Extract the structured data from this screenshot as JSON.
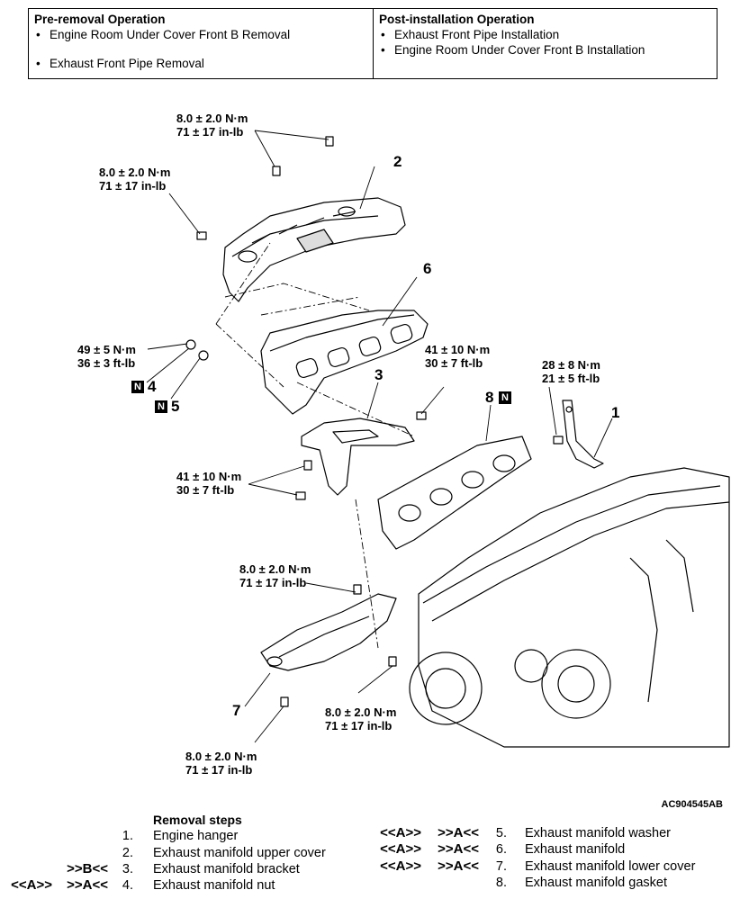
{
  "operations": {
    "pre_removal": {
      "heading": "Pre-removal Operation",
      "items": [
        "Engine Room Under Cover Front B Removal",
        "Exhaust Front Pipe Removal"
      ]
    },
    "post_installation": {
      "heading": "Post-installation Operation",
      "items": [
        "Exhaust Front Pipe Installation",
        "Engine Room Under Cover Front B Installation"
      ]
    }
  },
  "diagram": {
    "torque_labels": {
      "t1": [
        "8.0 ± 2.0 N·m",
        "71 ± 17 in-lb"
      ],
      "t2": [
        "8.0 ± 2.0 N·m",
        "71 ± 17 in-lb"
      ],
      "t3": [
        "49 ± 5 N·m",
        "36 ± 3 ft-lb"
      ],
      "t4": [
        "41 ± 10 N·m",
        "30 ± 7 ft-lb"
      ],
      "t5": [
        "28 ± 8 N·m",
        "21 ± 5 ft-lb"
      ],
      "t6": [
        "41 ± 10 N·m",
        "30 ± 7 ft-lb"
      ],
      "t7": [
        "8.0 ± 2.0 N·m",
        "71 ± 17 in-lb"
      ],
      "t8": [
        "8.0 ± 2.0 N·m",
        "71 ± 17 in-lb"
      ],
      "t9": [
        "8.0 ± 2.0 N·m",
        "71 ± 17 in-lb"
      ]
    },
    "part_numbers": {
      "p1": "1",
      "p2": "2",
      "p3": "3",
      "p4": "4",
      "p5": "5",
      "p6": "6",
      "p7": "7",
      "p8": "8"
    },
    "new_part_badge": "N",
    "figure_code": "AC904545AB"
  },
  "removal": {
    "title": "Removal steps",
    "steps": [
      {
        "ref1": "",
        "ref2": "",
        "num": "1.",
        "name": "Engine hanger"
      },
      {
        "ref1": "",
        "ref2": "",
        "num": "2.",
        "name": "Exhaust manifold upper cover"
      },
      {
        "ref1": "",
        "ref2": ">>B<<",
        "num": "3.",
        "name": "Exhaust manifold bracket"
      },
      {
        "ref1": "<<A>>",
        "ref2": ">>A<<",
        "num": "4.",
        "name": "Exhaust manifold nut"
      },
      {
        "ref1": "<<A>>",
        "ref2": ">>A<<",
        "num": "5.",
        "name": "Exhaust manifold washer"
      },
      {
        "ref1": "<<A>>",
        "ref2": ">>A<<",
        "num": "6.",
        "name": "Exhaust manifold"
      },
      {
        "ref1": "<<A>>",
        "ref2": ">>A<<",
        "num": "7.",
        "name": "Exhaust manifold lower cover"
      },
      {
        "ref1": "",
        "ref2": "",
        "num": "8.",
        "name": "Exhaust manifold gasket"
      }
    ]
  }
}
